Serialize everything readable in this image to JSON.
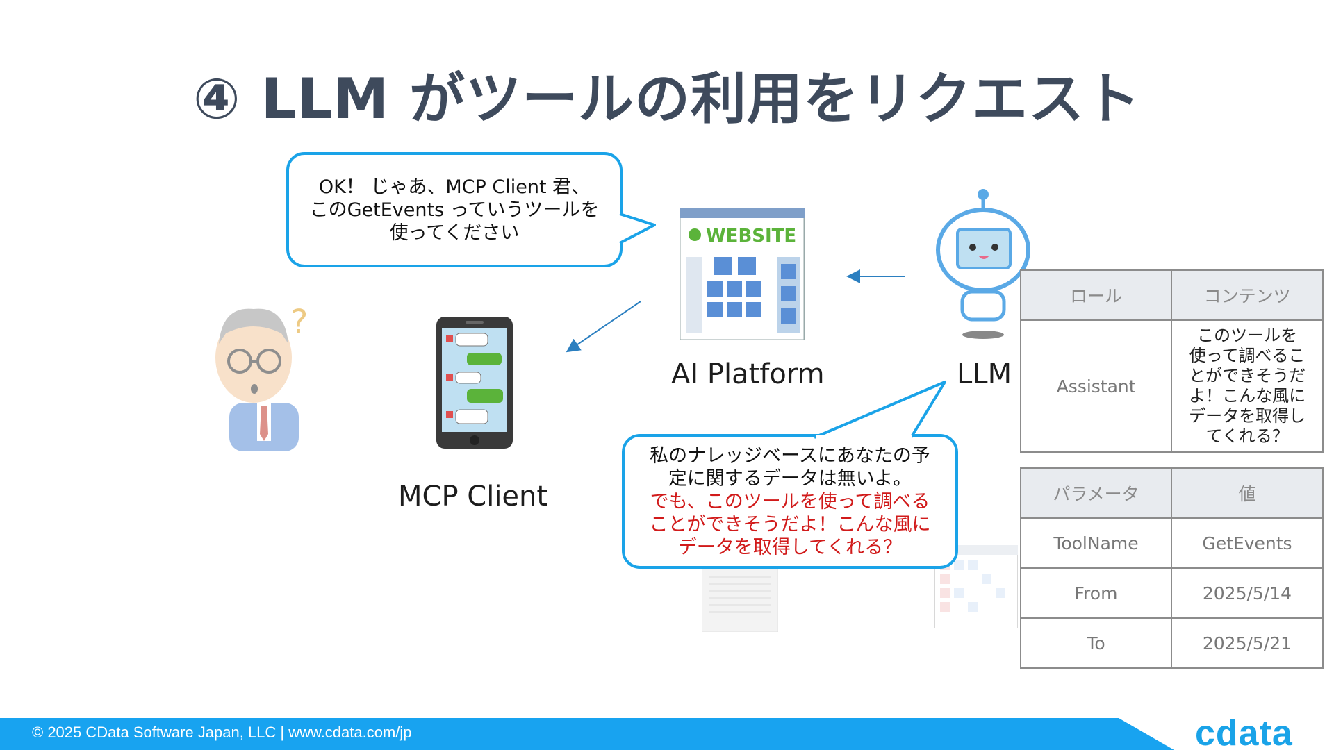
{
  "title": "④ LLM がツールの利用をリクエスト",
  "bubble_top": {
    "lines": [
      "OK！ じゃあ、MCP Client 君、",
      "このGetEvents っていうツールを",
      "使ってください"
    ]
  },
  "bubble_bottom": {
    "lines": [
      "私のナレッジベースにあなたの予",
      "定に関するデータは無いよ。"
    ],
    "red_lines": [
      "でも、このツールを使って調べる",
      "ことができそうだよ！こんな風に",
      "データを取得してくれる？"
    ]
  },
  "website_text": "WEBSITE",
  "labels": {
    "mcp_client": "MCP Client",
    "ai_platform": "AI Platform",
    "llm": "LLM"
  },
  "role_table": {
    "headers": [
      "ロール",
      "コンテンツ"
    ],
    "row": {
      "role": "Assistant",
      "content_lines": [
        "このツールを",
        "使って調べるこ",
        "とができそうだ",
        "よ！こんな風に",
        "データを取得し",
        "てくれる？"
      ]
    }
  },
  "param_table": {
    "headers": [
      "パラメータ",
      "値"
    ],
    "rows": [
      [
        "ToolName",
        "GetEvents"
      ],
      [
        "From",
        "2025/5/14"
      ],
      [
        "To",
        "2025/5/21"
      ]
    ]
  },
  "footer": {
    "copyright": "© 2025 CData Software Japan, LLC |  www.cdata.com/jp",
    "logo": "cdata"
  },
  "colors": {
    "accent": "#1aa3e8",
    "title": "#3e4a5c",
    "red_text": "#d11a1a",
    "arrow": "#2b7fc0"
  }
}
